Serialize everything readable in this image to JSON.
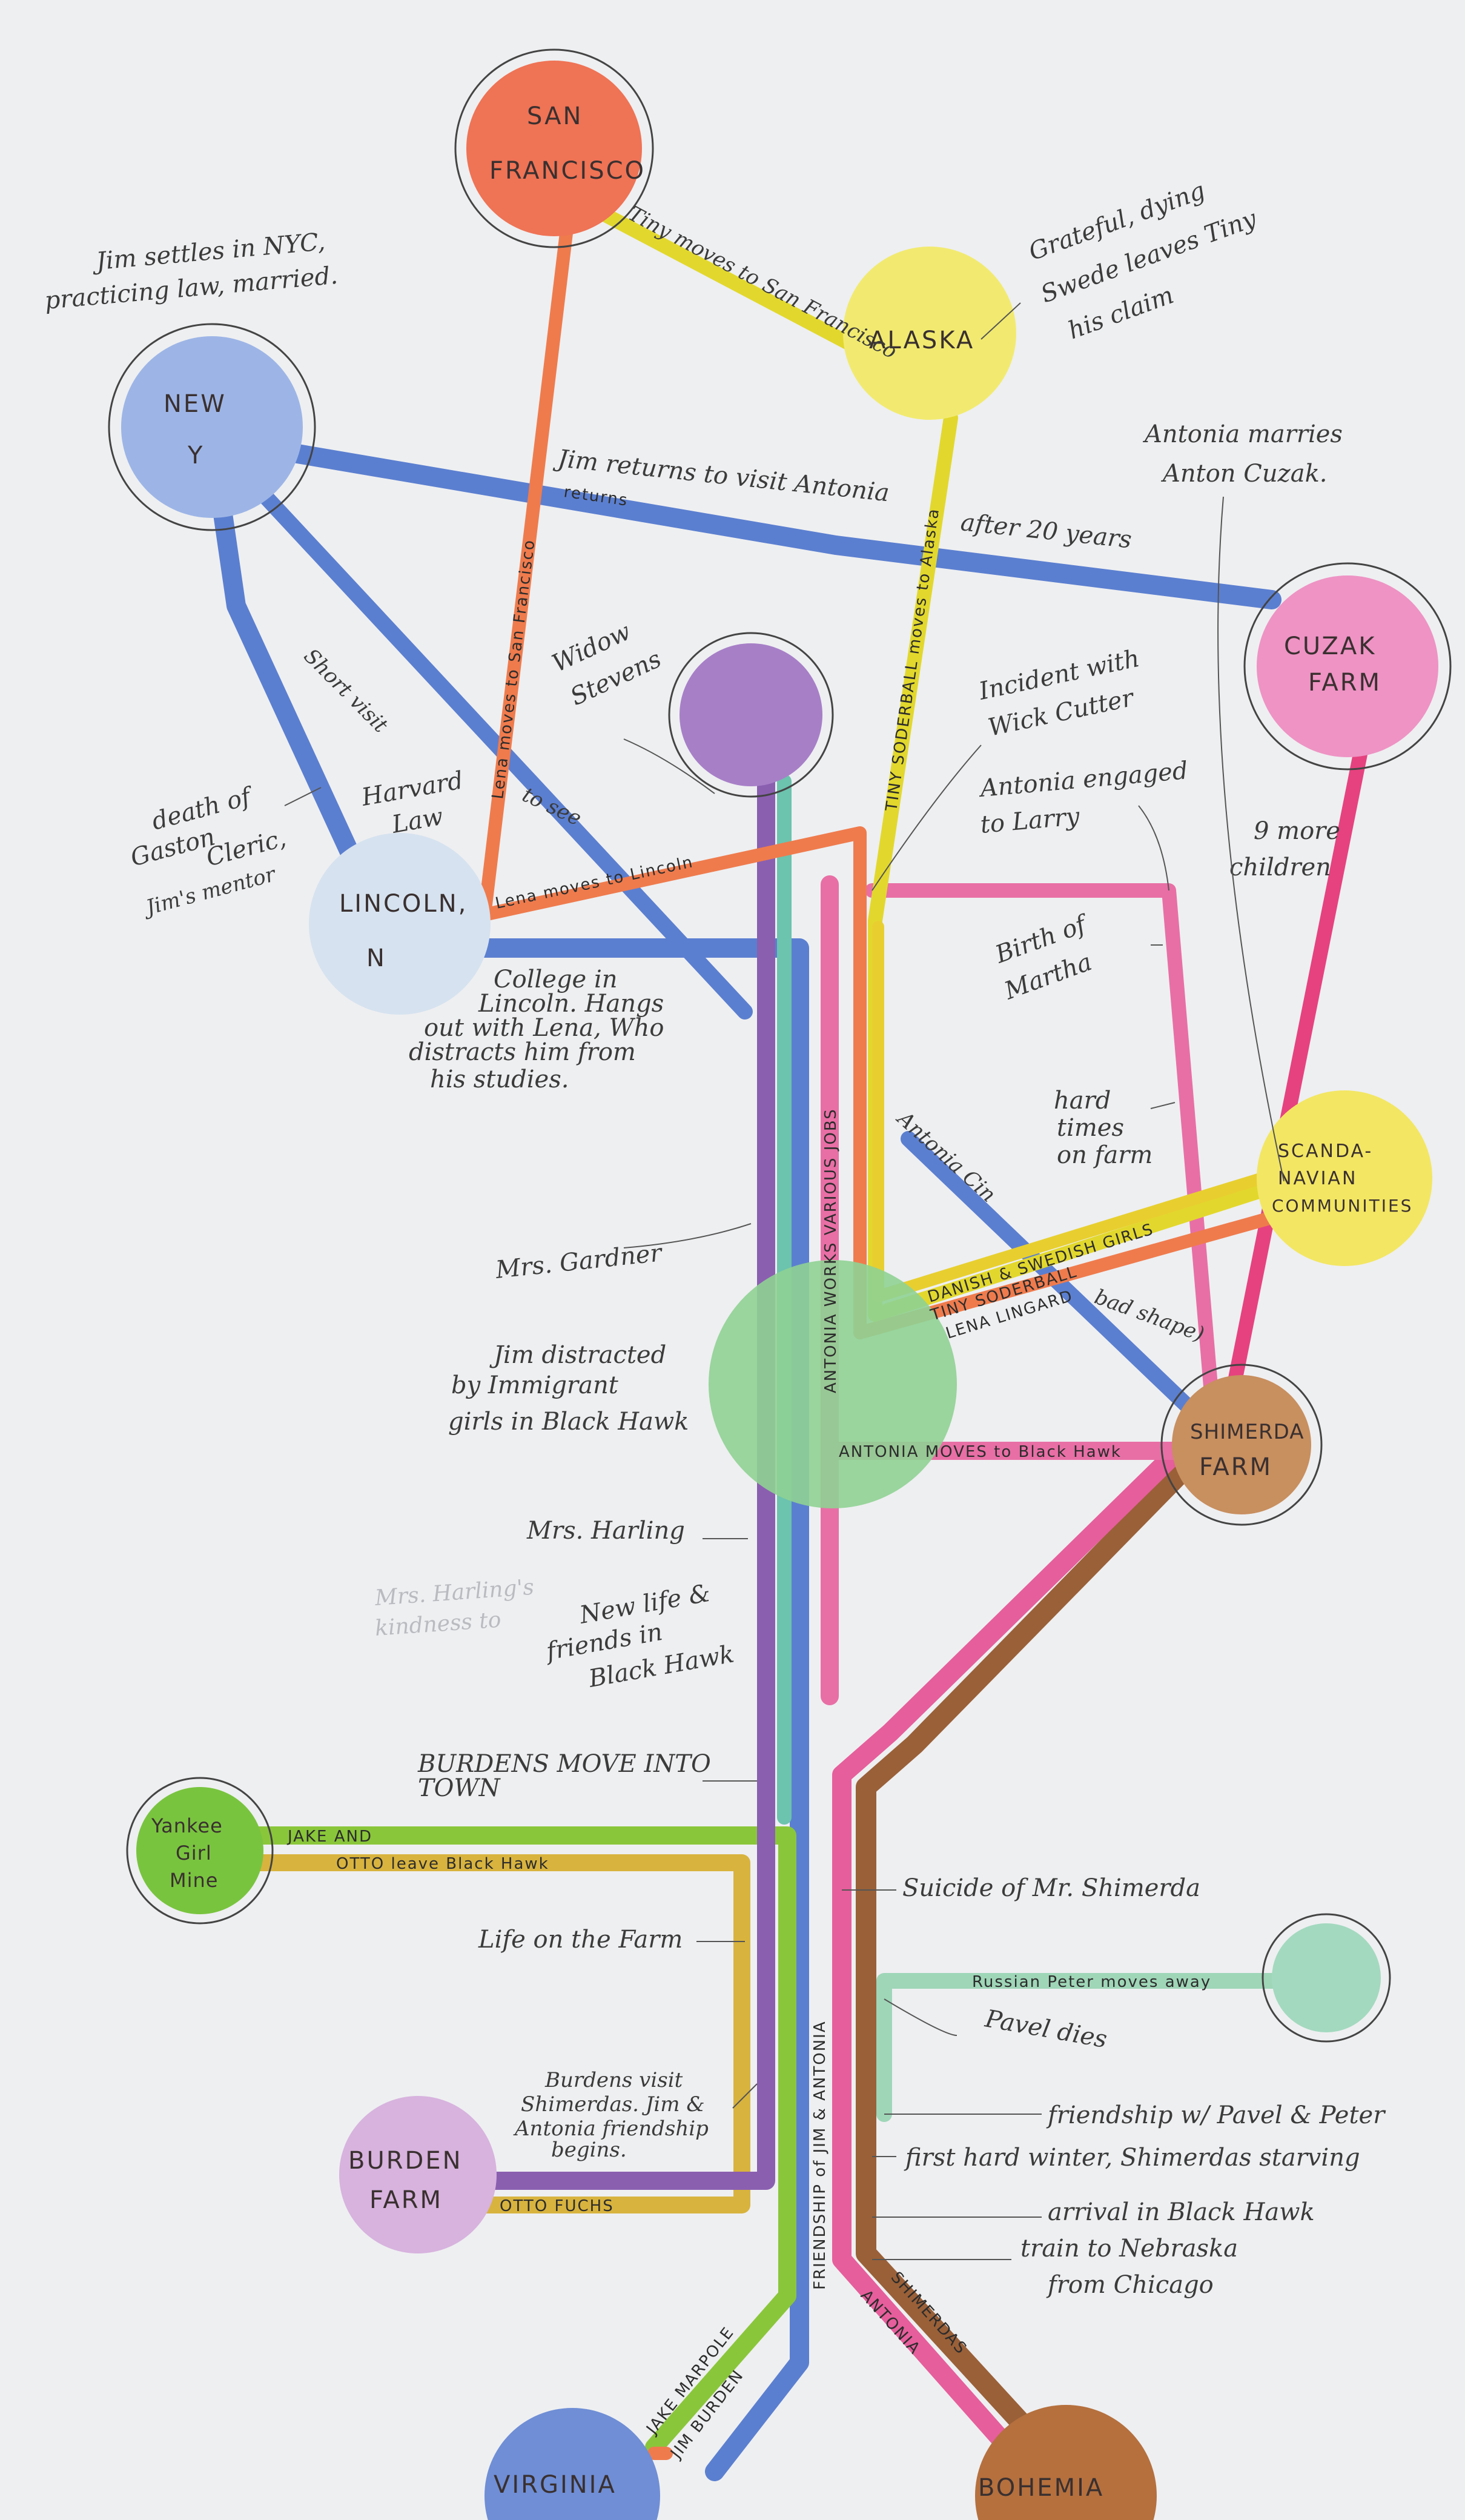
{
  "colors": {
    "background": "#eeeff1",
    "jim": "#5b7fd0",
    "antonia": "#e65e9c",
    "shimerdas": "#9a6038",
    "lena": "#ef7b4d",
    "tiny": "#e2d82d",
    "jake": "#8ac63a",
    "otto": "#d8b33e",
    "mrs_harling": "#8a5fb0",
    "mrs_gardner": "#6cc3ae",
    "pavel_peter": "#9fd6b8",
    "cuzak": "#e6427f"
  },
  "nodes": {
    "san_francisco": {
      "label_line1": "SAN",
      "label_line2": "FRANCISCO",
      "color": "#ef7355"
    },
    "alaska": {
      "label": "ALASKA",
      "color": "#f2ea70"
    },
    "new_york": {
      "label_line1": "NEW",
      "label_line2": "Y",
      "color": "#9db5e6"
    },
    "cuzak_farm": {
      "label_line1": "CUZAK",
      "label_line2": "FARM",
      "color": "#ee93c4"
    },
    "widow_stevens": {
      "label": "",
      "color": "#a77fc7"
    },
    "lincoln": {
      "label_line1": "LINCOLN,",
      "label_line2": "N",
      "color": "#d6e2ef"
    },
    "scandinavian": {
      "label_line1": "SCANDA-",
      "label_line2": "NAVIAN",
      "label_line3": "COMMUNITIES",
      "color": "#f3e663"
    },
    "black_hawk": {
      "label": "",
      "color": "#8fd193"
    },
    "shimerda_farm": {
      "label_line1": "SHIMERDA",
      "label_line2": "FARM",
      "color": "#c88f5f"
    },
    "yankee_girl_mine": {
      "label_line1": "Yankee",
      "label_line2": "Girl",
      "label_line3": "Mine",
      "color": "#79c43f"
    },
    "russia": {
      "label": "",
      "color": "#a3d9bf"
    },
    "burden_farm": {
      "label_line1": "BURDEN",
      "label_line2": "FARM",
      "color": "#d7b3de"
    },
    "virginia": {
      "label": "VIRGINIA",
      "color": "#6f8ed6"
    },
    "bohemia": {
      "label": "BOHEMIA",
      "color": "#b5703e"
    }
  },
  "route_labels": {
    "jake_marpole": "JAKE MARPOLE",
    "jim_burden": "JIM BURDEN",
    "antonia": "ANTONIA",
    "shimerdas": "SHIMERDAS",
    "friendship": "FRIENDSHIP of JIM & ANTONIA",
    "antonia_works": "ANTONIA WORKS VARIOUS JOBS",
    "jake_and": "JAKE AND",
    "otto_leave": "OTTO leave Black Hawk",
    "otto_fuchs": "OTTO FUCHS",
    "russian_peter": "Russian Peter moves away",
    "antonia_moves": "ANTONIA MOVES to Black Hawk",
    "danish": "DANISH & SWEDISH GIRLS",
    "tiny_soderball_1": "TINY SODERBALL",
    "lena_lingard_1": "LENA LINGARD",
    "lena_moves_lincoln": "Lena moves to Lincoln",
    "lena_moves_sf": "Lena moves to San Francisco",
    "tiny_soderball_2": "TINY SODERBALL moves to Alaska",
    "tiny_moves_sf": "Tiny moves to San Francisco",
    "short_visit": "Short visit",
    "jim_returns": "returns",
    "antonia_cin": "Antonia Cin"
  },
  "notes": {
    "jim_settles_1": "Jim settles in NYC,",
    "jim_settles_2": "practicing law, married.",
    "grateful_1": "Grateful, dying",
    "grateful_2": "Swede leaves Tiny",
    "grateful_3": "his claim",
    "antonia_marries_1": "Antonia marries",
    "antonia_marries_2": "Anton Cuzak.",
    "jim_returns_1": "Jim returns to visit Antonia",
    "after_20": "after 20 years",
    "widow_1": "Widow",
    "widow_2": "Stevens",
    "incident_1": "Incident with",
    "incident_2": "Wick Cutter",
    "engaged_1": "Antonia engaged",
    "engaged_2": "to Larry",
    "nine_more_1": "9 more",
    "nine_more_2": "children",
    "harvard_1": "Harvard",
    "harvard_2": "Law",
    "short_visit_to_see": "to see",
    "death_1": "death of",
    "death_2": "Gaston",
    "death_3": "Cleric,",
    "death_4": "Jim's mentor",
    "college_1": "College in",
    "college_2": "Lincoln. Hangs",
    "college_3": "out with Lena, Who",
    "college_4": "distracts him from",
    "college_5": "his studies.",
    "birth_1": "Birth of",
    "birth_2": "Martha",
    "hard_1": "hard",
    "hard_2": "times",
    "hard_3": "on farm",
    "bad_shape": "bad shape)",
    "mrs_gardner": "Mrs. Gardner",
    "distracted_1": "Jim distracted",
    "distracted_2": "by Immigrant",
    "distracted_3": "girls in Black Hawk",
    "mrs_harling": "Mrs. Harling",
    "new_life_1": "New life &",
    "new_life_2": "friends in",
    "new_life_3": "Black Hawk",
    "burdens_move_1": "BURDENS MOVE INTO",
    "burdens_move_2": "TOWN",
    "suicide": "Suicide of Mr. Shimerda",
    "life_farm": "Life on the Farm",
    "pavel_dies": "Pavel dies",
    "burdens_visit_1": "Burdens visit",
    "burdens_visit_2": "Shimerdas. Jim &",
    "burdens_visit_3": "Antonia friendship",
    "burdens_visit_4": "begins.",
    "friendship_pavel": "friendship w/ Pavel & Peter",
    "first_winter": "first hard winter, Shimerdas starving",
    "arrival": "arrival in Black Hawk",
    "train_1": "train to Nebraska",
    "train_2": "from Chicago",
    "ghost_1": "Mrs. Harling's",
    "ghost_2": "kindness to"
  }
}
